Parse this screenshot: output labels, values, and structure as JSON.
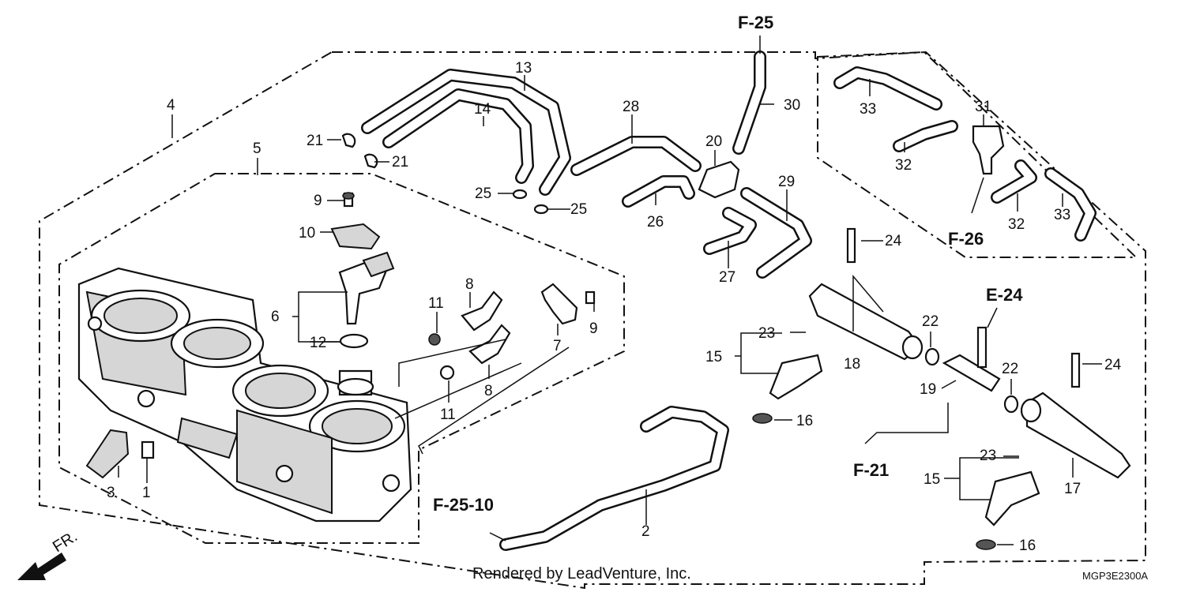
{
  "diagram": {
    "refs": {
      "top": "F-25",
      "f26": "F-26",
      "e24": "E-24",
      "f21": "F-21",
      "f2510": "F-25-10"
    },
    "footer": {
      "rendered_by": "Rendered by LeadVenture, Inc.",
      "code": "MGP3E2300A"
    },
    "front_marker": "FR.",
    "callouts": {
      "c1": "1",
      "c2": "2",
      "c3": "3",
      "c4": "4",
      "c5": "5",
      "c6": "6",
      "c7": "7",
      "c8a": "8",
      "c8b": "8",
      "c9a": "9",
      "c9b": "9",
      "c10": "10",
      "c11a": "11",
      "c11b": "11",
      "c12": "12",
      "c13": "13",
      "c14": "14",
      "c15a": "15",
      "c15b": "15",
      "c16a": "16",
      "c16b": "16",
      "c17": "17",
      "c18": "18",
      "c19": "19",
      "c20": "20",
      "c21a": "21",
      "c21b": "21",
      "c22a": "22",
      "c22b": "22",
      "c23a": "23",
      "c23b": "23",
      "c24a": "24",
      "c24b": "24",
      "c25a": "25",
      "c25b": "25",
      "c26": "26",
      "c27": "27",
      "c28": "28",
      "c29": "29",
      "c30": "30",
      "c31": "31",
      "c32a": "32",
      "c32b": "32",
      "c33a": "33",
      "c33b": "33"
    }
  }
}
